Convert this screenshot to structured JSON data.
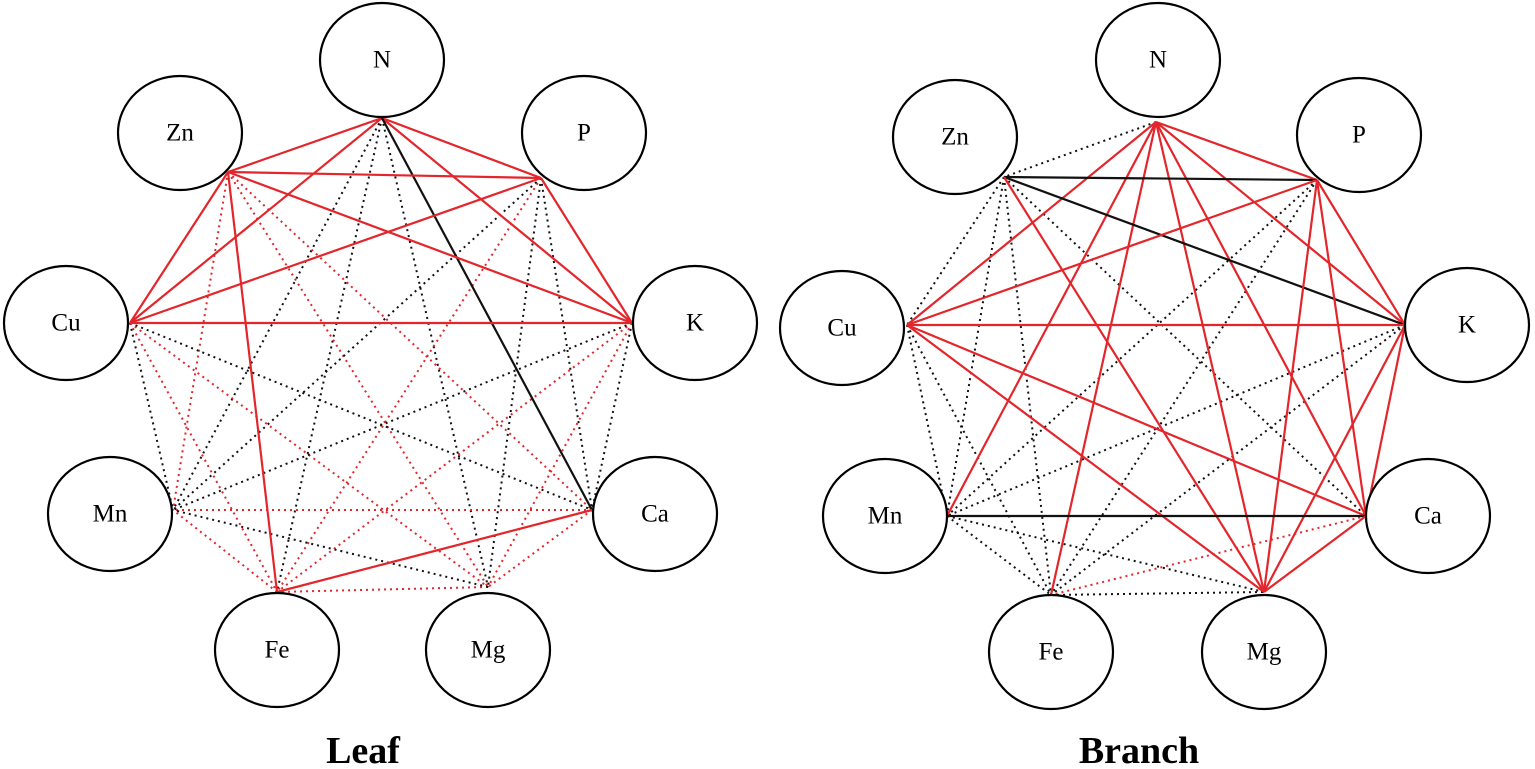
{
  "colors": {
    "positive": "#e3262b",
    "negative": "#111111",
    "node_stroke": "#000000"
  },
  "panels": [
    {
      "title": "Leaf",
      "nodes": [
        "N",
        "P",
        "K",
        "Ca",
        "Mg",
        "Fe",
        "Mn",
        "Cu",
        "Zn"
      ],
      "edges": [
        [
          "N",
          "Zn",
          "red",
          "solid"
        ],
        [
          "N",
          "P",
          "red",
          "solid"
        ],
        [
          "N",
          "Cu",
          "red",
          "solid"
        ],
        [
          "N",
          "K",
          "red",
          "solid"
        ],
        [
          "N",
          "Ca",
          "black",
          "solid"
        ],
        [
          "N",
          "Mg",
          "black",
          "dotted"
        ],
        [
          "N",
          "Fe",
          "black",
          "dotted"
        ],
        [
          "N",
          "Mn",
          "black",
          "dotted"
        ],
        [
          "Zn",
          "P",
          "red",
          "solid"
        ],
        [
          "Zn",
          "K",
          "red",
          "solid"
        ],
        [
          "Zn",
          "Cu",
          "red",
          "solid"
        ],
        [
          "Zn",
          "Fe",
          "red",
          "solid"
        ],
        [
          "Zn",
          "Ca",
          "red",
          "dotted"
        ],
        [
          "Zn",
          "Mg",
          "red",
          "dotted"
        ],
        [
          "Zn",
          "Mn",
          "red",
          "dotted"
        ],
        [
          "P",
          "Cu",
          "red",
          "solid"
        ],
        [
          "P",
          "K",
          "red",
          "solid"
        ],
        [
          "P",
          "Ca",
          "black",
          "dotted"
        ],
        [
          "P",
          "Mg",
          "black",
          "dotted"
        ],
        [
          "P",
          "Fe",
          "red",
          "dotted"
        ],
        [
          "P",
          "Mn",
          "black",
          "dotted"
        ],
        [
          "Cu",
          "K",
          "red",
          "solid"
        ],
        [
          "Cu",
          "Mn",
          "black",
          "dotted"
        ],
        [
          "Cu",
          "Fe",
          "red",
          "dotted"
        ],
        [
          "Cu",
          "Mg",
          "red",
          "dotted"
        ],
        [
          "Cu",
          "Ca",
          "black",
          "dotted"
        ],
        [
          "K",
          "Ca",
          "black",
          "dotted"
        ],
        [
          "K",
          "Mg",
          "red",
          "dotted"
        ],
        [
          "K",
          "Fe",
          "red",
          "dotted"
        ],
        [
          "K",
          "Mn",
          "black",
          "dotted"
        ],
        [
          "Ca",
          "Fe",
          "red",
          "solid"
        ],
        [
          "Ca",
          "Mn",
          "red",
          "dotted"
        ],
        [
          "Ca",
          "Mg",
          "red",
          "dotted"
        ],
        [
          "Mg",
          "Fe",
          "red",
          "dotted"
        ],
        [
          "Mg",
          "Mn",
          "black",
          "dotted"
        ],
        [
          "Fe",
          "Mn",
          "red",
          "dotted"
        ]
      ]
    },
    {
      "title": "Branch",
      "nodes": [
        "N",
        "P",
        "K",
        "Ca",
        "Mg",
        "Fe",
        "Mn",
        "Cu",
        "Zn"
      ],
      "edges": [
        [
          "N",
          "Zn",
          "black",
          "dotted"
        ],
        [
          "N",
          "P",
          "red",
          "solid"
        ],
        [
          "N",
          "K",
          "red",
          "solid"
        ],
        [
          "N",
          "Ca",
          "red",
          "solid"
        ],
        [
          "N",
          "Mg",
          "red",
          "solid"
        ],
        [
          "N",
          "Fe",
          "red",
          "solid"
        ],
        [
          "N",
          "Mn",
          "red",
          "solid"
        ],
        [
          "N",
          "Cu",
          "red",
          "solid"
        ],
        [
          "Zn",
          "P",
          "black",
          "solid"
        ],
        [
          "Zn",
          "K",
          "black",
          "solid"
        ],
        [
          "Zn",
          "Cu",
          "black",
          "dotted"
        ],
        [
          "Zn",
          "Mn",
          "black",
          "dotted"
        ],
        [
          "Zn",
          "Fe",
          "black",
          "dotted"
        ],
        [
          "Zn",
          "Mg",
          "red",
          "solid"
        ],
        [
          "Zn",
          "Ca",
          "black",
          "dotted"
        ],
        [
          "P",
          "Cu",
          "red",
          "solid"
        ],
        [
          "P",
          "K",
          "red",
          "solid"
        ],
        [
          "P",
          "Ca",
          "red",
          "solid"
        ],
        [
          "P",
          "Mg",
          "red",
          "solid"
        ],
        [
          "P",
          "Fe",
          "black",
          "dotted"
        ],
        [
          "P",
          "Mn",
          "black",
          "dotted"
        ],
        [
          "Cu",
          "K",
          "red",
          "solid"
        ],
        [
          "Cu",
          "Ca",
          "red",
          "solid"
        ],
        [
          "Cu",
          "Mg",
          "red",
          "solid"
        ],
        [
          "Cu",
          "Fe",
          "black",
          "dotted"
        ],
        [
          "Cu",
          "Mn",
          "black",
          "dotted"
        ],
        [
          "K",
          "Ca",
          "red",
          "solid"
        ],
        [
          "K",
          "Mg",
          "red",
          "solid"
        ],
        [
          "K",
          "Mn",
          "black",
          "dotted"
        ],
        [
          "K",
          "Fe",
          "black",
          "dotted"
        ],
        [
          "Ca",
          "Mn",
          "black",
          "solid"
        ],
        [
          "Ca",
          "Fe",
          "red",
          "dotted"
        ],
        [
          "Ca",
          "Mg",
          "red",
          "solid"
        ],
        [
          "Mn",
          "Fe",
          "black",
          "dotted"
        ],
        [
          "Mn",
          "Mg",
          "black",
          "dotted"
        ],
        [
          "Fe",
          "Mg",
          "black",
          "dotted"
        ]
      ]
    }
  ]
}
